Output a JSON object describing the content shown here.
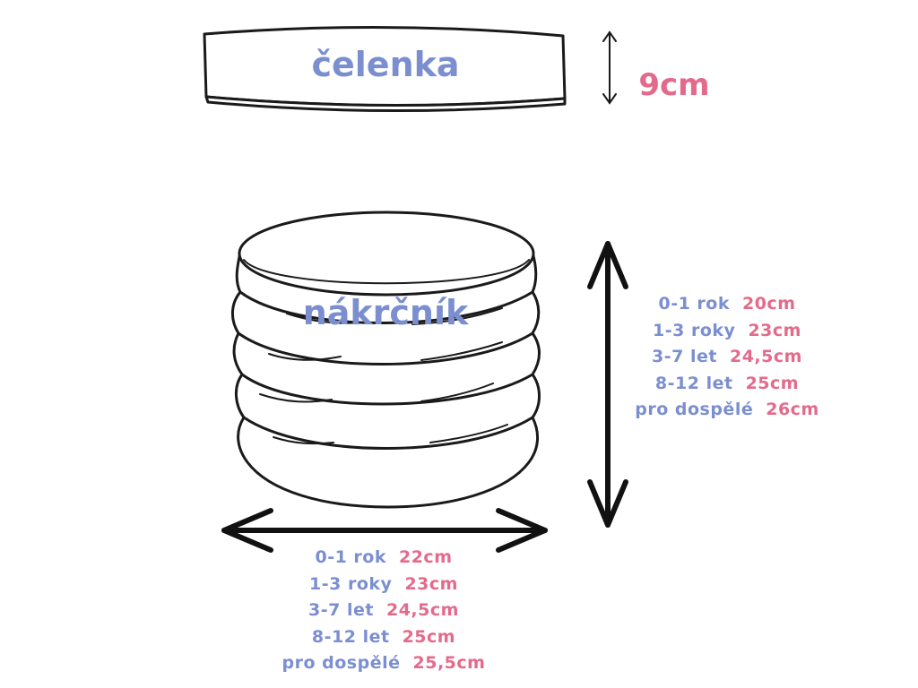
{
  "headband": {
    "label": "čelenka",
    "height": "9cm"
  },
  "neckwarmer": {
    "label": "nákrčník",
    "height_sizes": [
      {
        "age": "0-1 rok",
        "size": "20cm"
      },
      {
        "age": "1-3 roky",
        "size": "23cm"
      },
      {
        "age": "3-7 let",
        "size": "24,5cm"
      },
      {
        "age": "8-12 let",
        "size": "25cm"
      },
      {
        "age": "pro dospělé",
        "size": "26cm"
      }
    ],
    "width_sizes": [
      {
        "age": "0-1 rok",
        "size": "22cm"
      },
      {
        "age": "1-3 roky",
        "size": "23cm"
      },
      {
        "age": "3-7 let",
        "size": "24,5cm"
      },
      {
        "age": "8-12 let",
        "size": "25cm"
      },
      {
        "age": "pro dospělé",
        "size": "25,5cm"
      }
    ]
  },
  "colors": {
    "age_text": "#7b8fd0",
    "size_text": "#e46a8b",
    "outline": "#1a1a1a"
  },
  "icons": [
    "double-arrow-vertical-icon",
    "double-arrow-horizontal-icon"
  ]
}
